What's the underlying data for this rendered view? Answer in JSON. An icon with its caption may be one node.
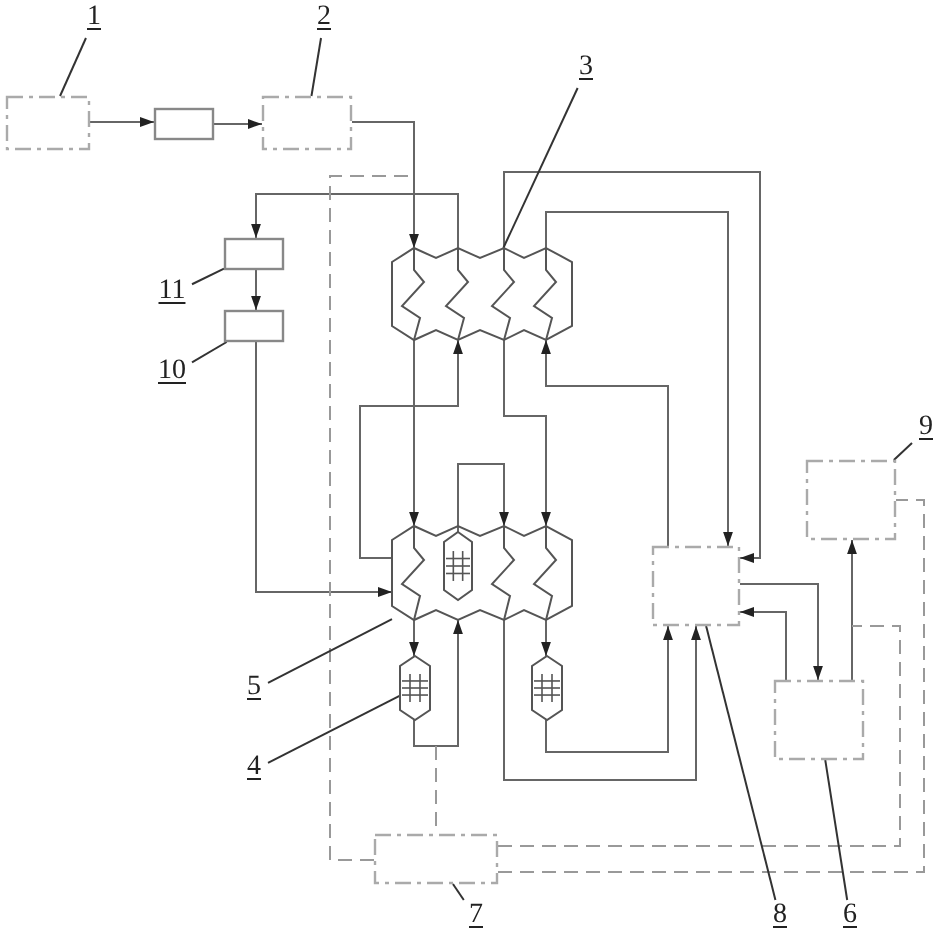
{
  "diagram": {
    "nodes": [
      {
        "text": [],
        "shape": "box"
      },
      {
        "text": [],
        "shape": "box"
      },
      {
        "text": [],
        "shape": "box"
      },
      {
        "text": [],
        "shape": "hexagon"
      },
      {
        "text": [],
        "shape": "box"
      },
      {
        "text": [],
        "shape": "box"
      },
      {
        "text": [],
        "shape": "hexagon"
      },
      {
        "text": [],
        "shape": "cylinder",
        "in": 6
      },
      {
        "text": [],
        "shape": "cylinder"
      },
      {
        "text": [],
        "shape": "cylinder"
      },
      {
        "text": [],
        "shape": "box"
      },
      {
        "text": [],
        "shape": "box"
      },
      {
        "text": [],
        "shape": "box"
      },
      {
        "text": [],
        "shape": "box"
      },
      {
        "text": [
          "1"
        ]
      },
      {
        "text": [
          "2"
        ]
      },
      {
        "text": [
          "3"
        ]
      },
      {
        "text": [
          "11"
        ]
      },
      {
        "text": [
          "10"
        ]
      },
      {
        "text": [
          "5"
        ]
      },
      {
        "text": [
          "4"
        ]
      },
      {
        "text": [
          "7"
        ]
      },
      {
        "text": [
          "8"
        ]
      },
      {
        "text": [
          "6"
        ]
      },
      {
        "text": [
          "9"
        ]
      }
    ],
    "edges": [
      {
        "from": 0,
        "to": 1,
        "arrow": "to"
      },
      {
        "from": 1,
        "to": 2,
        "arrow": "to"
      },
      {
        "from": 2,
        "to": 3,
        "arrow": "to"
      },
      {
        "from": 3,
        "to": 4,
        "arrow": "to"
      },
      {
        "from": 4,
        "to": 5,
        "arrow": "to"
      },
      {
        "from": 5,
        "to": 6,
        "arrow": "to"
      },
      {
        "from": 3,
        "to": 6,
        "arrow": "to"
      },
      {
        "from": 6,
        "to": 3,
        "arrow": "to"
      },
      {
        "from": 3,
        "to": 6,
        "arrow": "to"
      },
      {
        "from": 10,
        "to": 3,
        "arrow": "to"
      },
      {
        "from": 3,
        "to": 10,
        "arrow": "to"
      },
      {
        "from": 3,
        "to": 10,
        "arrow": "to"
      },
      {
        "from": 7,
        "to": 6,
        "arrow": "to"
      },
      {
        "from": 6,
        "to": 8,
        "arrow": "to"
      },
      {
        "from": 8,
        "to": 6,
        "arrow": "to"
      },
      {
        "from": 6,
        "to": 9,
        "arrow": "to"
      },
      {
        "from": 9,
        "to": 10,
        "arrow": "to"
      },
      {
        "from": 6,
        "to": 10,
        "arrow": "to"
      },
      {
        "from": 10,
        "to": 12,
        "arrow": "to"
      },
      {
        "from": 12,
        "to": 10,
        "arrow": "to"
      },
      {
        "from": 12,
        "to": 11,
        "arrow": "to"
      },
      {
        "from": null,
        "to": 13,
        "arrow": "none",
        "style": "dashed",
        "color": "#999999"
      },
      {
        "from": 13,
        "to": null,
        "arrow": "none",
        "style": "dashed",
        "color": "#999999"
      },
      {
        "from": 13,
        "to": 11,
        "arrow": "none",
        "style": "dashed",
        "color": "#999999"
      },
      {
        "from": 13,
        "to": null,
        "arrow": "none",
        "style": "dashed",
        "color": "#999999"
      },
      {
        "from": 14,
        "to": 0,
        "arrow": "none"
      },
      {
        "from": 15,
        "to": 2,
        "arrow": "none"
      },
      {
        "from": 16,
        "to": 3,
        "arrow": "none"
      },
      {
        "from": 17,
        "to": 4,
        "arrow": "none"
      },
      {
        "from": 18,
        "to": 5,
        "arrow": "none"
      },
      {
        "from": 19,
        "to": 6,
        "arrow": "none"
      },
      {
        "from": 20,
        "to": 8,
        "arrow": "none"
      },
      {
        "from": 21,
        "to": 13,
        "arrow": "none"
      },
      {
        "from": 22,
        "to": 10,
        "arrow": "none"
      },
      {
        "from": 23,
        "to": 12,
        "arrow": "none"
      },
      {
        "from": 24,
        "to": 11,
        "arrow": "none"
      }
    ]
  }
}
